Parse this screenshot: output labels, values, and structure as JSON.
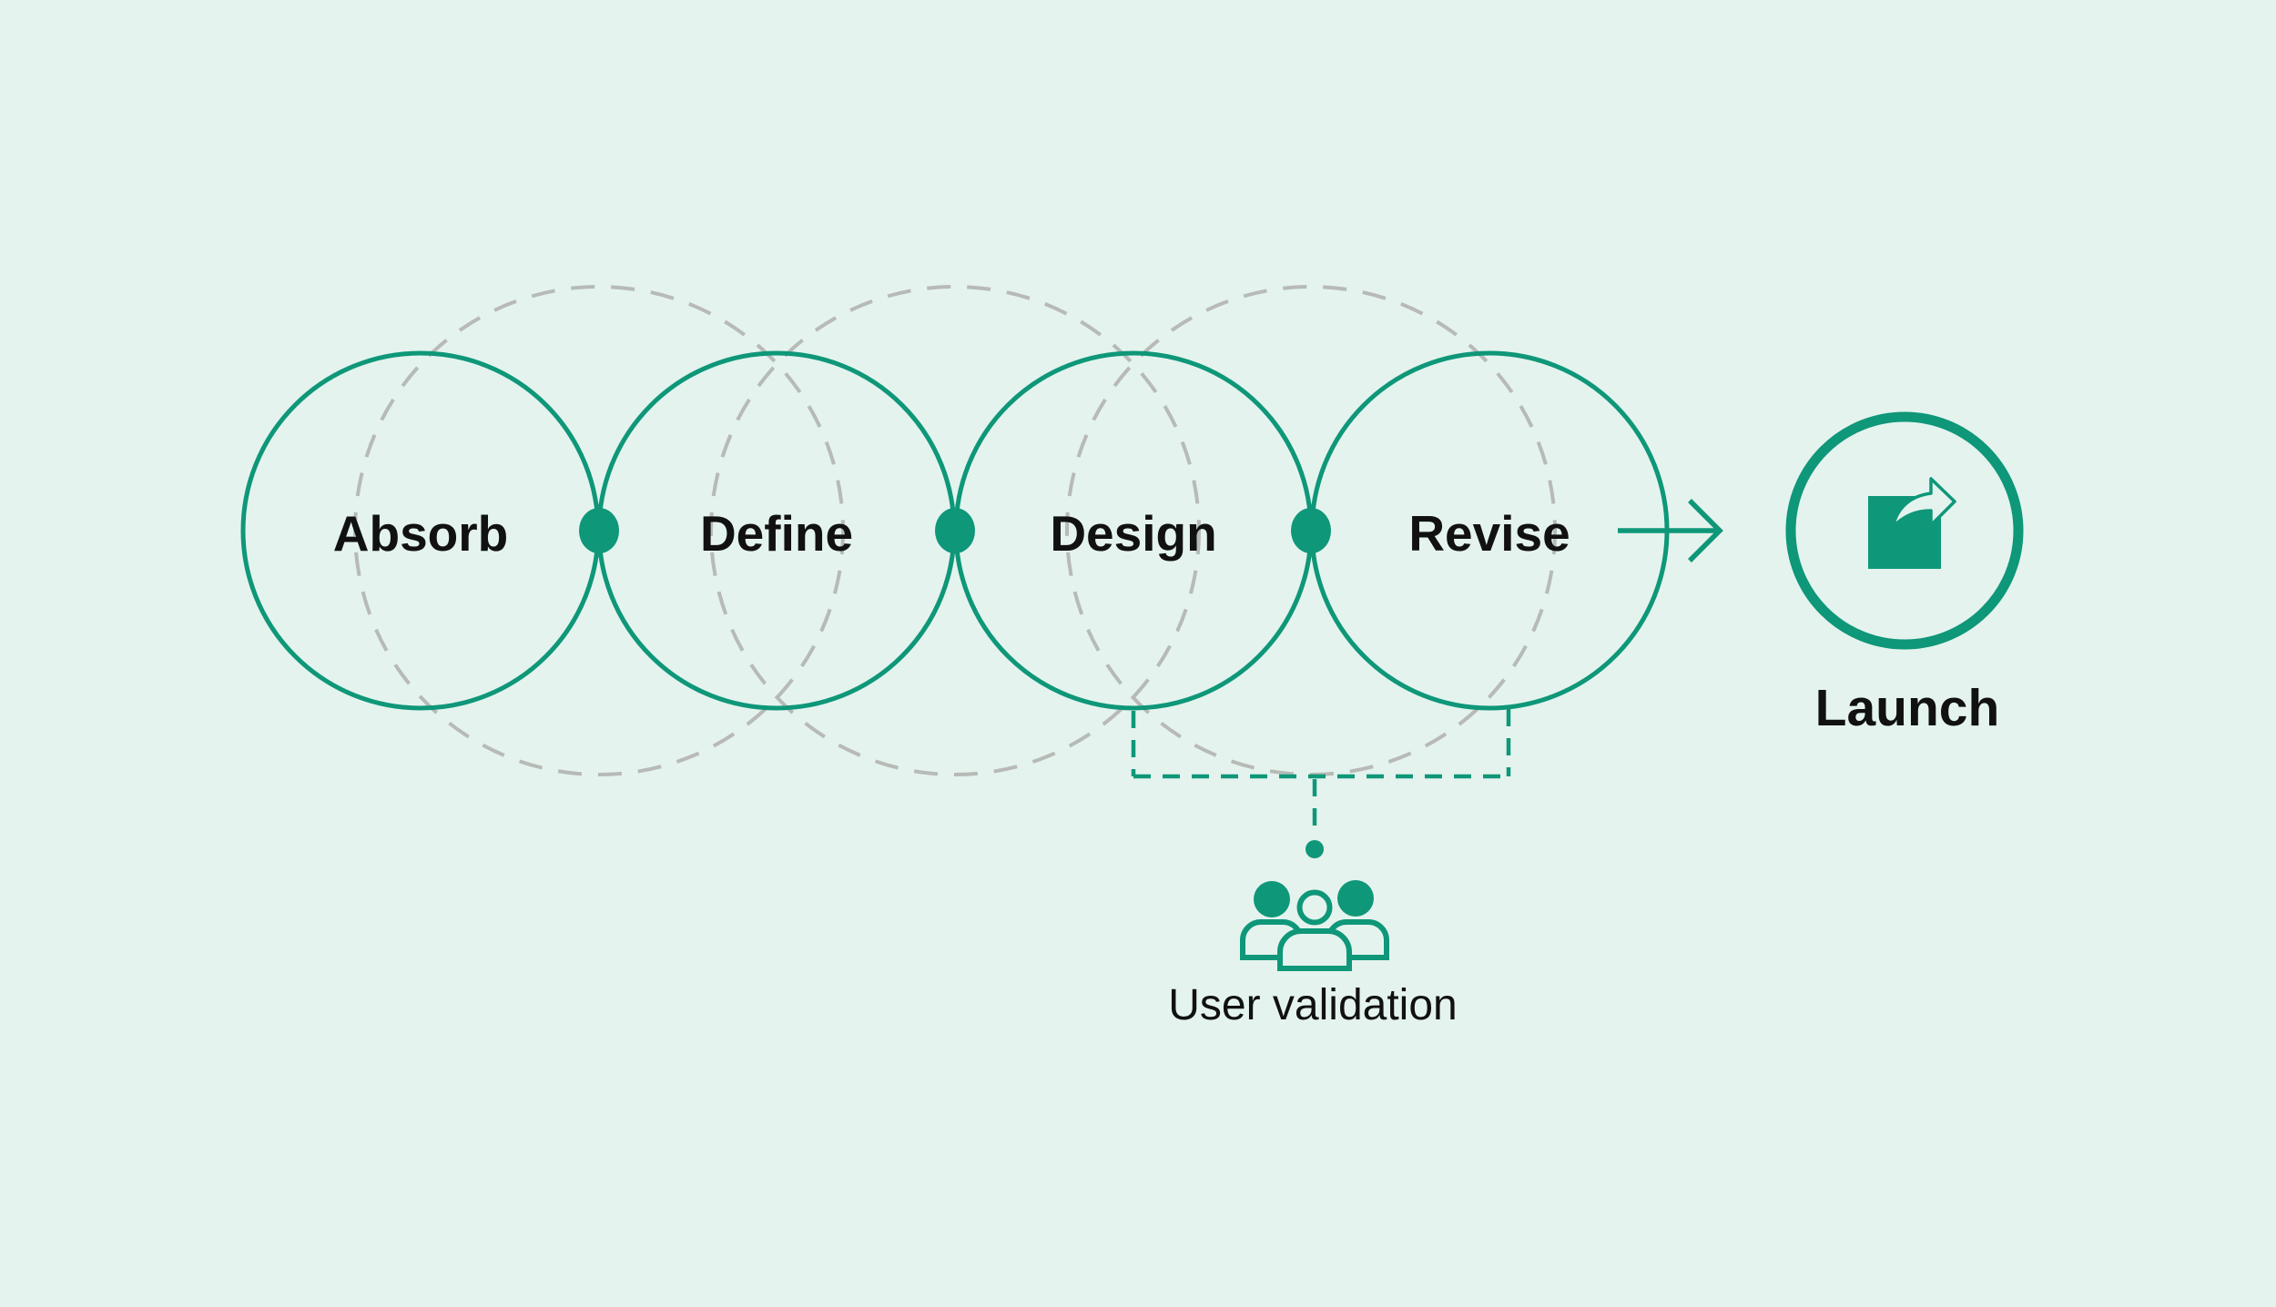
{
  "diagram": {
    "stages": [
      {
        "label": "Absorb"
      },
      {
        "label": "Define"
      },
      {
        "label": "Design"
      },
      {
        "label": "Revise"
      }
    ],
    "result": {
      "label": "Launch",
      "icon": "share-launch-icon"
    },
    "annotation": {
      "label": "User validation",
      "icon": "users-group-icon"
    },
    "connector_icon": "arrow-right-icon"
  },
  "colors": {
    "teal": "#0e9778",
    "background": "#e4f3ee",
    "dashed_gray": "#b7bab6",
    "text": "#111111"
  }
}
